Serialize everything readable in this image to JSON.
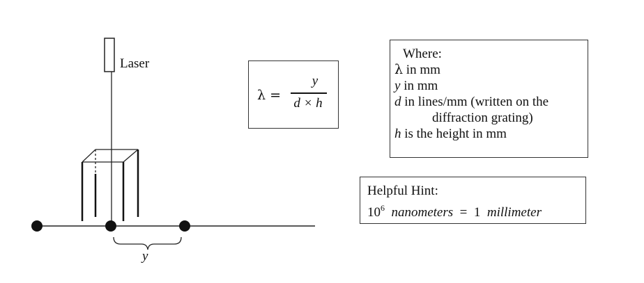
{
  "laser": {
    "label": "Laser"
  },
  "measure": {
    "label": "y"
  },
  "formula": {
    "lhs": "λ =",
    "numerator": "y",
    "denominator": "d × h"
  },
  "where": {
    "heading": "Where:",
    "lines": [
      {
        "symbol": "λ",
        "text": " in mm"
      },
      {
        "symbol": "y",
        "text": " in mm"
      },
      {
        "symbol": "d",
        "text": " in lines/mm (written on the"
      },
      {
        "symbol": "",
        "text": "diffraction grating)"
      },
      {
        "symbol": "h",
        "text": " is the height in mm"
      }
    ]
  },
  "hint": {
    "heading": "Helpful Hint:",
    "base": "10",
    "exponent": "6",
    "unit_a": "nanometers",
    "equals": "=",
    "count": "1",
    "unit_b": "millimeter"
  }
}
